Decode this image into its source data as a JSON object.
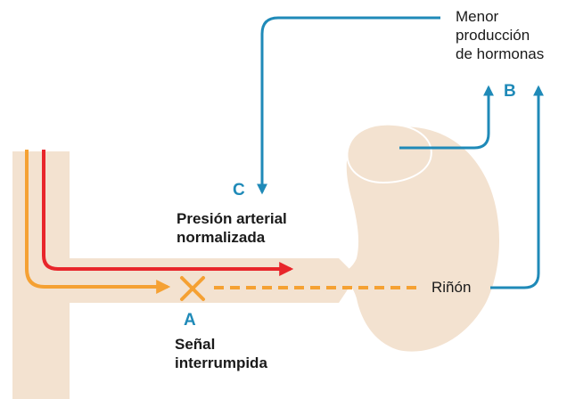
{
  "labels": {
    "menor_1": "Menor",
    "menor_2": "producción",
    "menor_3": "de hormonas",
    "letter_a": "A",
    "letter_b": "B",
    "letter_c": "C",
    "presion_1": "Presión arterial",
    "presion_2": "normalizada",
    "senal_1": "Señal",
    "senal_2": "interrumpida",
    "rinon": "Riñón"
  },
  "colors": {
    "tissue": "#f3e2d0",
    "orange": "#f5a133",
    "red": "#e8262b",
    "blue": "#1f8ab8",
    "text": "#1a1a1a"
  }
}
